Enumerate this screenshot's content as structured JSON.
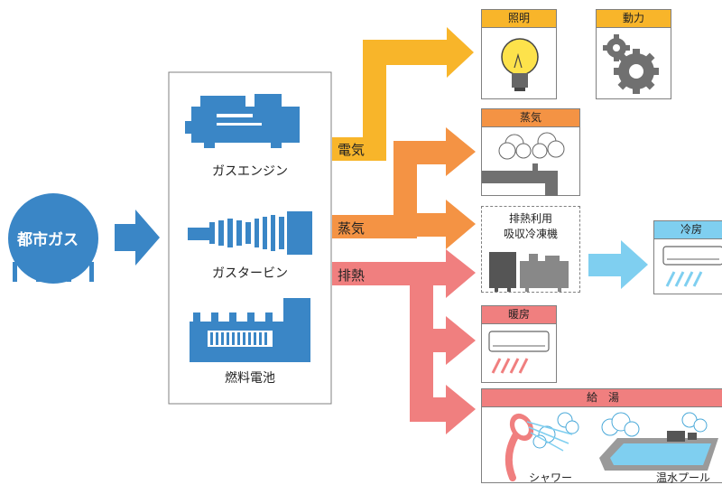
{
  "source": {
    "label": "都市ガス"
  },
  "generators": [
    {
      "label": "ガスエンジン",
      "icon": "gas-engine-icon"
    },
    {
      "label": "ガスタービン",
      "icon": "gas-turbine-icon"
    },
    {
      "label": "燃料電池",
      "icon": "fuel-cell-icon"
    }
  ],
  "flows": {
    "electricity": "電気",
    "steam": "蒸気",
    "exhaust_heat": "排熱"
  },
  "uses": {
    "lighting": "照明",
    "power": "動力",
    "steam": "蒸気",
    "chiller": "排熱利用\n吸収冷凍機",
    "cooling": "冷房",
    "heating": "暖房",
    "hot_water": "給　湯",
    "shower": "シャワー",
    "pool": "温水プール"
  },
  "colors": {
    "gas_blue": "#3a86c6",
    "electricity": "#f8b52a",
    "steam": "#f49344",
    "exhaust_heat": "#f07f7f",
    "cooling": "#7fcff0"
  }
}
